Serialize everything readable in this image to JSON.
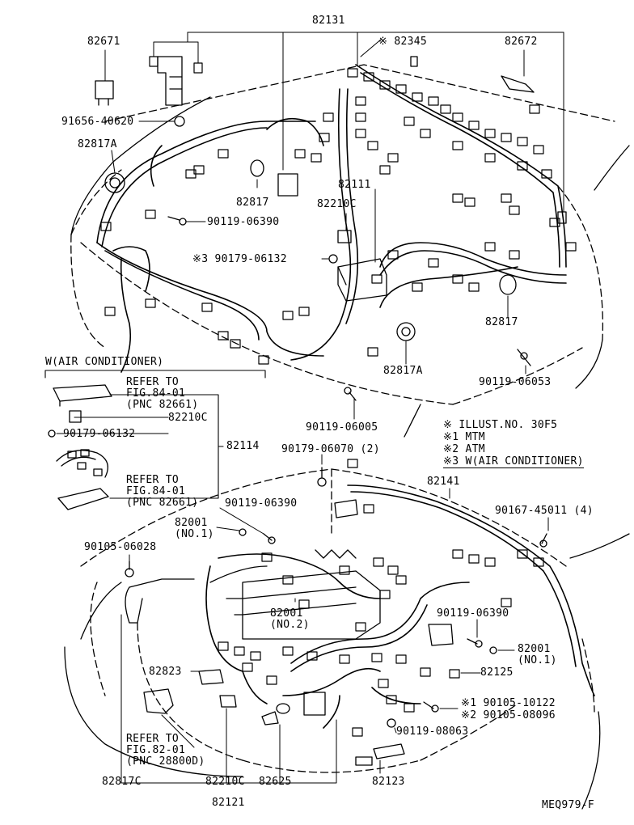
{
  "labels": {
    "p82131": "82131",
    "p82671": "82671",
    "p82345": "※ 82345",
    "p82672": "82672",
    "p91656": "91656-40620",
    "p82817A_top": "82817A",
    "p82817_left": "82817",
    "p90119_06390_top": "90119-06390",
    "p82111": "82111",
    "p82210C_top": "82210C",
    "p90179_06132_top": "※3 90179-06132",
    "p82817_right": "82817",
    "p82817A_mid": "82817A",
    "p90119_06053": "90119-06053",
    "p90119_06005": "90119-06005",
    "inset_title": "W(AIR CONDITIONER)",
    "refer1_a": "REFER TO",
    "refer1_b": "FIG.84-01",
    "refer1_c": "(PNC 82661)",
    "p82210C_inset": "82210C",
    "p90179_06132_inset": "90179-06132",
    "p82114": "82114",
    "refer2_a": "REFER TO",
    "refer2_b": "FIG.84-01",
    "refer2_c": "(PNC 82661)",
    "legend_0": "※   ILLUST.NO. 30F5",
    "legend_1": "※1 MTM",
    "legend_2": "※2 ATM",
    "legend_3": "※3 W(AIR CONDITIONER)",
    "p90179_06070": "90179-06070 (2)",
    "p82141": "82141",
    "p90167_45011": "90167-45011 (4)",
    "p90119_06390_mid": "90119-06390",
    "p82001_no1_a": "82001",
    "p82001_no1_b": "(NO.1)",
    "p90105_06028": "90105-06028",
    "p82001_no2_a": "82001",
    "p82001_no2_b": "(NO.2)",
    "p90119_06390_low": "90119-06390",
    "p82001_r_a": "82001",
    "p82001_r_b": "(NO.1)",
    "p82823": "82823",
    "p82125": "82125",
    "p90105_10122": "※1 90105-10122",
    "p90105_08096": "※2 90105-08096",
    "p90119_08063": "90119-08063",
    "refer3_a": "REFER TO",
    "refer3_b": "FIG.82-01",
    "refer3_c": "(PNC 28800D)",
    "p82817C": "82817C",
    "p82210C_bot": "82210C",
    "p82625": "82625",
    "p82123": "82123",
    "p82121": "82121",
    "code": "MEQ979-F"
  }
}
